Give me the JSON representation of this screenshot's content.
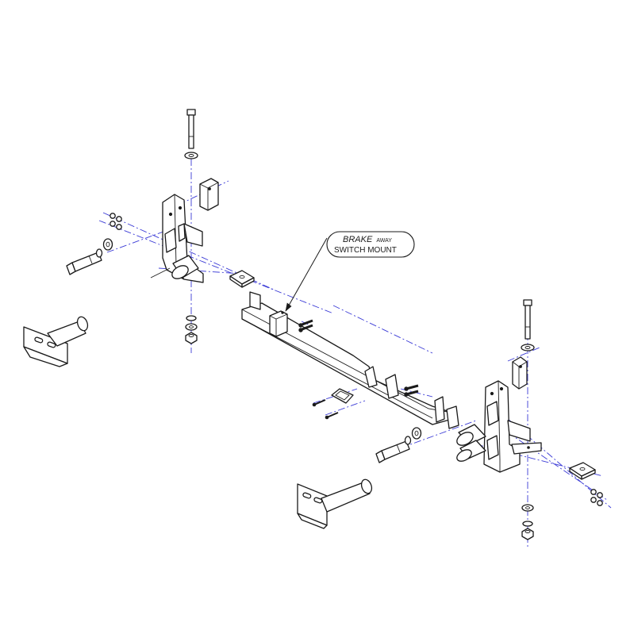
{
  "colors": {
    "line": "#1a1a1a",
    "centerline": "#3b3bd6",
    "background": "#ffffff"
  },
  "callout": {
    "brake": "BRAKE",
    "away": "AWAY",
    "line2": "SWITCH MOUNT"
  }
}
